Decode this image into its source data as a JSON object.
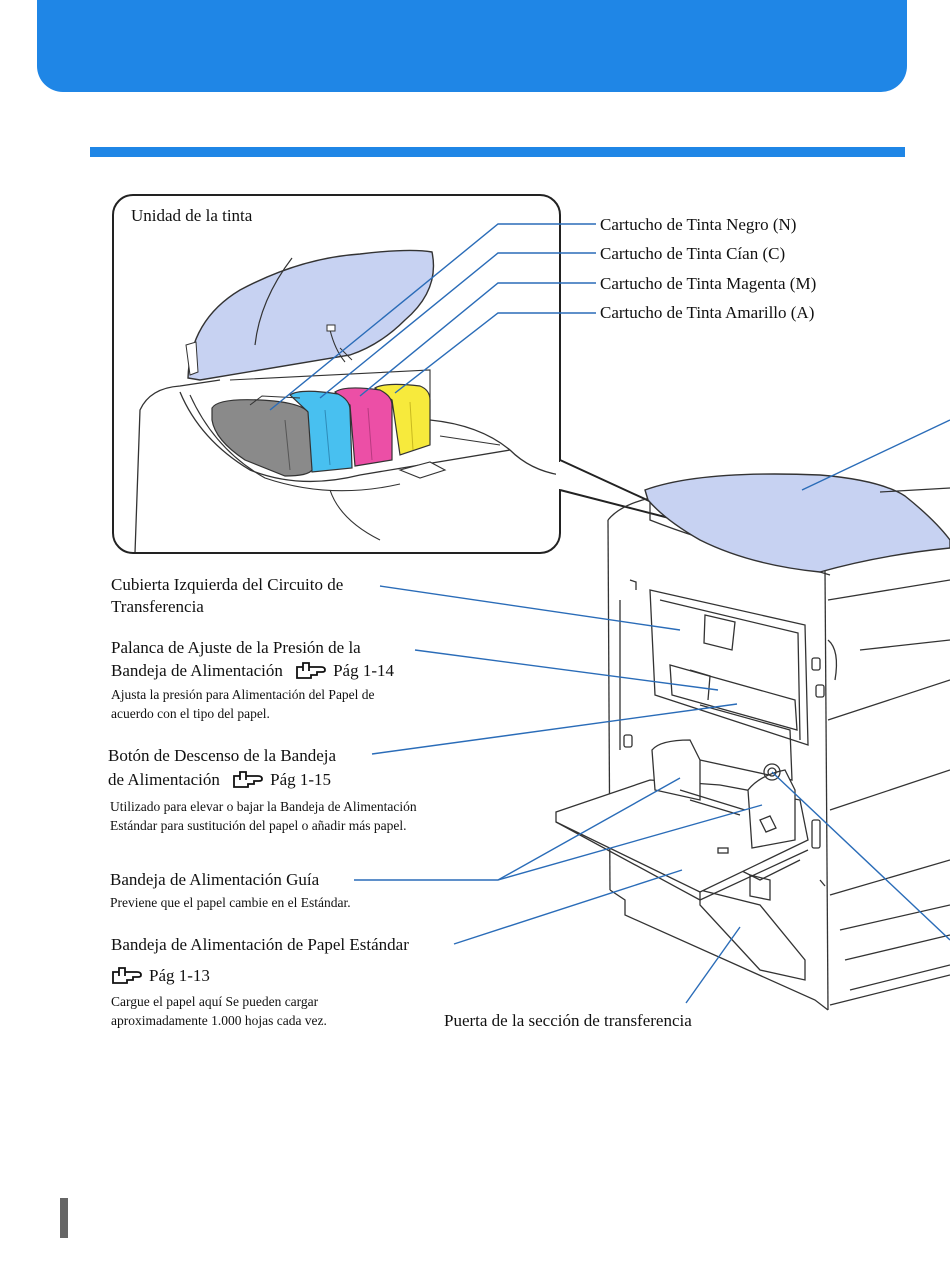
{
  "inset": {
    "title": "Unidad de la tinta",
    "cartridges": [
      {
        "label": "Cartucho de Tinta Negro (N)",
        "color": "#8a8a8a"
      },
      {
        "label": "Cartucho de Tinta Cían (C)",
        "color": "#48c0f0"
      },
      {
        "label": "Cartucho de Tinta Magenta (M)",
        "color": "#ec4fa6"
      },
      {
        "label": "Cartucho de Tinta Amarillo (A)",
        "color": "#f7ea3c"
      }
    ]
  },
  "callouts": {
    "left_cover": {
      "line1": "Cubierta Izquierda del Circuito de",
      "line2": "Transferencia"
    },
    "pressure_lever": {
      "line1": "Palanca de Ajuste de la Presión de la",
      "line2": "Bandeja de Alimentación",
      "ref": "Pág 1-14",
      "desc1": "Ajusta la presión para Alimentación del Papel de",
      "desc2": "acuerdo con el tipo del papel."
    },
    "descent_button": {
      "line1": "Botón de Descenso de la Bandeja",
      "line2": "de Alimentación",
      "ref": "Pág 1-15",
      "desc1": "Utilizado para elevar o bajar la Bandeja de Alimentación",
      "desc2": "Estándar para sustitución del papel o añadir más papel."
    },
    "tray_guide": {
      "title": "Bandeja de Alimentación Guía",
      "desc": "Previene que el papel cambie en el Estándar."
    },
    "standard_tray": {
      "title": "Bandeja de Alimentación de Papel Estándar",
      "ref": "Pág 1-13",
      "desc1": "Cargue el papel aquí Se pueden cargar",
      "desc2": "aproximadamente 1.000 hojas cada vez."
    },
    "transfer_door": {
      "title": "Puerta de la sección de transferencia"
    }
  },
  "colors": {
    "accent": "#1f86e6",
    "leader_line": "#2a6cb8",
    "cover_fill": "#c7d2f2"
  },
  "icons": {
    "page_ref": "pointing-hand-icon"
  }
}
